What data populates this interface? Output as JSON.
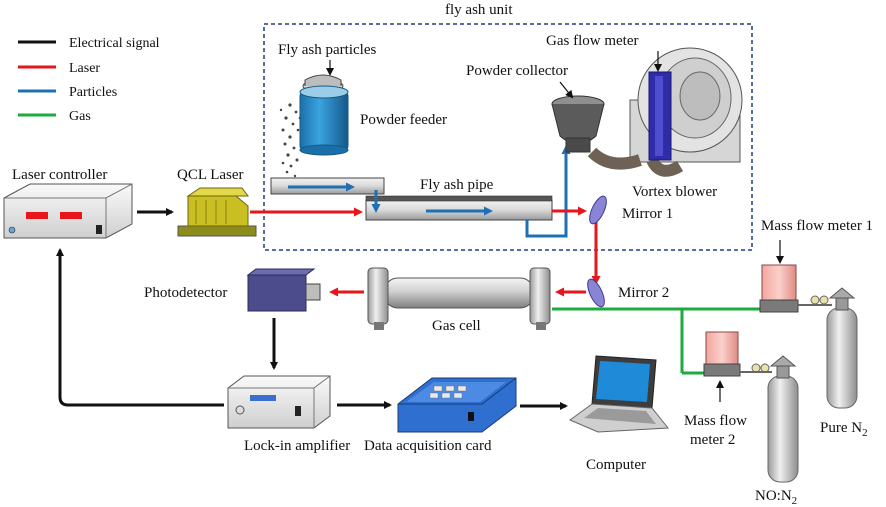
{
  "title": "fly ash unit",
  "legend": [
    {
      "label": "Electrical signal",
      "color": "#111111"
    },
    {
      "label": "Laser",
      "color": "#e8151b"
    },
    {
      "label": "Particles",
      "color": "#1f6fb4"
    },
    {
      "label": "Gas",
      "color": "#1eaa3c"
    }
  ],
  "labels": {
    "fly_ash_particles": "Fly ash particles",
    "powder_feeder": "Powder feeder",
    "gas_flow_meter": "Gas flow meter",
    "powder_collector": "Powder collector",
    "fly_ash_pipe": "Fly ash pipe",
    "vortex_blower": "Vortex blower",
    "laser_controller": "Laser controller",
    "qcl_laser": "QCL Laser",
    "mirror1": "Mirror 1",
    "mirror2": "Mirror 2",
    "mass_flow_meter1": "Mass flow meter 1",
    "photodetector": "Photodetector",
    "gas_cell": "Gas cell",
    "lock_in_amplifier": "Lock-in amplifier",
    "data_acquisition_card": "Data acquisition card",
    "computer": "Computer",
    "mass_flow_meter2_line1": "Mass flow",
    "mass_flow_meter2_line2": "meter 2",
    "pure_n2": "Pure N",
    "pure_n2_sub": "2",
    "no_n2": "NO:N",
    "no_n2_sub": "2"
  },
  "colors": {
    "electrical": "#111111",
    "laser": "#e8151b",
    "particles": "#1f6fb4",
    "gas": "#1eaa3c",
    "unit_border": "#1d3f8f"
  }
}
